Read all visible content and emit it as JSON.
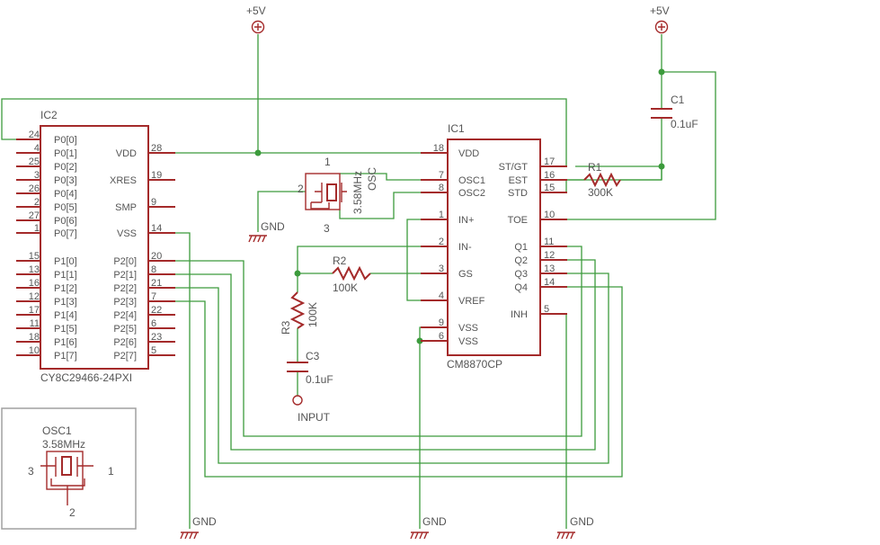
{
  "power": {
    "vcc_label": "+5V",
    "gnd_label": "GND"
  },
  "ic2": {
    "name": "IC2",
    "part": "CY8C29466-24PXI",
    "left_pins": [
      {
        "num": "24",
        "name": "P0[0]"
      },
      {
        "num": "4",
        "name": "P0[1]"
      },
      {
        "num": "25",
        "name": "P0[2]"
      },
      {
        "num": "3",
        "name": "P0[3]"
      },
      {
        "num": "26",
        "name": "P0[4]"
      },
      {
        "num": "2",
        "name": "P0[5]"
      },
      {
        "num": "27",
        "name": "P0[6]"
      },
      {
        "num": "1",
        "name": "P0[7]"
      },
      {
        "num": "15",
        "name": "P1[0]"
      },
      {
        "num": "13",
        "name": "P1[1]"
      },
      {
        "num": "16",
        "name": "P1[2]"
      },
      {
        "num": "12",
        "name": "P1[3]"
      },
      {
        "num": "17",
        "name": "P1[4]"
      },
      {
        "num": "11",
        "name": "P1[5]"
      },
      {
        "num": "18",
        "name": "P1[6]"
      },
      {
        "num": "10",
        "name": "P1[7]"
      }
    ],
    "right_pins": [
      {
        "num": "28",
        "name": "VDD"
      },
      {
        "num": "19",
        "name": "XRES"
      },
      {
        "num": "9",
        "name": "SMP"
      },
      {
        "num": "14",
        "name": "VSS"
      },
      {
        "num": "20",
        "name": "P2[0]"
      },
      {
        "num": "8",
        "name": "P2[1]"
      },
      {
        "num": "21",
        "name": "P2[2]"
      },
      {
        "num": "7",
        "name": "P2[3]"
      },
      {
        "num": "22",
        "name": "P2[4]"
      },
      {
        "num": "6",
        "name": "P2[5]"
      },
      {
        "num": "23",
        "name": "P2[6]"
      },
      {
        "num": "5",
        "name": "P2[7]"
      }
    ]
  },
  "ic1": {
    "name": "IC1",
    "part": "CM8870CP",
    "left_pins": [
      {
        "num": "18",
        "name": "VDD"
      },
      {
        "num": "7",
        "name": "OSC1"
      },
      {
        "num": "8",
        "name": "OSC2"
      },
      {
        "num": "1",
        "name": "IN+"
      },
      {
        "num": "2",
        "name": "IN-"
      },
      {
        "num": "3",
        "name": "GS"
      },
      {
        "num": "4",
        "name": "VREF"
      },
      {
        "num": "9",
        "name": "VSS"
      },
      {
        "num": "6",
        "name": "VSS"
      }
    ],
    "right_pins": [
      {
        "num": "17",
        "name": "ST/GT"
      },
      {
        "num": "16",
        "name": "EST"
      },
      {
        "num": "15",
        "name": "STD"
      },
      {
        "num": "10",
        "name": "TOE"
      },
      {
        "num": "11",
        "name": "Q1"
      },
      {
        "num": "12",
        "name": "Q2"
      },
      {
        "num": "13",
        "name": "Q3"
      },
      {
        "num": "14",
        "name": "Q4"
      },
      {
        "num": "5",
        "name": "INH"
      }
    ]
  },
  "osc": {
    "name": "OSC",
    "value": "3.58MHz",
    "pin1": "1",
    "pin2": "2",
    "pin3": "3"
  },
  "osc1_legend": {
    "name": "OSC1",
    "value": "3.58MHz",
    "pin1": "1",
    "pin2": "2",
    "pin3": "3"
  },
  "r1": {
    "name": "R1",
    "value": "300K"
  },
  "r2": {
    "name": "R2",
    "value": "100K"
  },
  "r3": {
    "name": "R3",
    "value": "100K"
  },
  "c1": {
    "name": "C1",
    "value": "0.1uF"
  },
  "c3": {
    "name": "C3",
    "value": "0.1uF"
  },
  "input_label": "INPUT",
  "colors": {
    "part": "#a42a2a",
    "wire": "#3c9b3c",
    "text": "#555555",
    "frame": "#a0a0a0"
  }
}
